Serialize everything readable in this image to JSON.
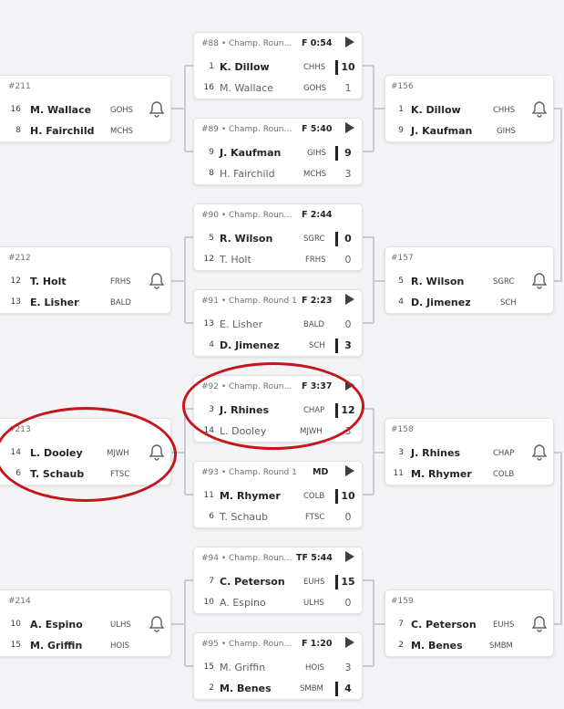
{
  "colors": {
    "background": "#f4f4f6",
    "card": "#ffffff",
    "line": "#c9cbd0",
    "annotation": "#c4161c",
    "text": "#1f2428"
  },
  "icons": {
    "bell": "bell-icon",
    "play": "play-icon"
  },
  "round1": [
    {
      "header": "#211",
      "p1": {
        "seed": "16",
        "name": "M. Wallace",
        "team": "GOHS"
      },
      "p2": {
        "seed": "8",
        "name": "H. Fairchild",
        "team": "MCHS"
      }
    },
    {
      "header": "#212",
      "p1": {
        "seed": "12",
        "name": "T. Holt",
        "team": "FRHS"
      },
      "p2": {
        "seed": "13",
        "name": "E. Lisher",
        "team": "BALD"
      }
    },
    {
      "header": "#213",
      "p1": {
        "seed": "14",
        "name": "L. Dooley",
        "team": "MJWH"
      },
      "p2": {
        "seed": "6",
        "name": "T. Schaub",
        "team": "FTSC"
      }
    },
    {
      "header": "#214",
      "p1": {
        "seed": "10",
        "name": "A. Espino",
        "team": "ULHS"
      },
      "p2": {
        "seed": "15",
        "name": "M. Griffin",
        "team": "HOIS"
      }
    }
  ],
  "round2": [
    {
      "header": "#88 • Champ. Roun…",
      "status": "F 0:54",
      "p1": {
        "seed": "1",
        "name": "K. Dillow",
        "team": "CHHS",
        "score": "10"
      },
      "p2": {
        "seed": "16",
        "name": "M. Wallace",
        "team": "GOHS",
        "score": "1"
      }
    },
    {
      "header": "#89 • Champ. Roun…",
      "status": "F 5:40",
      "p1": {
        "seed": "9",
        "name": "J. Kaufman",
        "team": "GIHS",
        "score": "9"
      },
      "p2": {
        "seed": "8",
        "name": "H. Fairchild",
        "team": "MCHS",
        "score": "3"
      }
    },
    {
      "header": "#90 • Champ. Roun…",
      "status": "F 2:44",
      "p1": {
        "seed": "5",
        "name": "R. Wilson",
        "team": "SGRC",
        "score": "0"
      },
      "p2": {
        "seed": "12",
        "name": "T. Holt",
        "team": "FRHS",
        "score": "0"
      }
    },
    {
      "header": "#91 • Champ. Round 1",
      "status": "F 2:23",
      "p1": {
        "seed": "13",
        "name": "E. Lisher",
        "team": "BALD",
        "score": "0"
      },
      "p2": {
        "seed": "4",
        "name": "D. Jimenez",
        "team": "SCH",
        "score": "3"
      }
    },
    {
      "header": "#92 • Champ. Roun…",
      "status": "F 3:37",
      "p1": {
        "seed": "3",
        "name": "J. Rhines",
        "team": "CHAP",
        "score": "12"
      },
      "p2": {
        "seed": "14",
        "name": "L. Dooley",
        "team": "MJWH",
        "score": "3"
      }
    },
    {
      "header": "#93 • Champ. Round 1",
      "status": "MD",
      "p1": {
        "seed": "11",
        "name": "M. Rhymer",
        "team": "COLB",
        "score": "10"
      },
      "p2": {
        "seed": "6",
        "name": "T. Schaub",
        "team": "FTSC",
        "score": "0"
      }
    },
    {
      "header": "#94 • Champ. Roun…",
      "status": "TF 5:44",
      "p1": {
        "seed": "7",
        "name": "C. Peterson",
        "team": "EUHS",
        "score": "15"
      },
      "p2": {
        "seed": "10",
        "name": "A. Espino",
        "team": "ULHS",
        "score": "0"
      }
    },
    {
      "header": "#95 • Champ. Roun…",
      "status": "F 1:20",
      "p1": {
        "seed": "15",
        "name": "M. Griffin",
        "team": "HOIS",
        "score": "3"
      },
      "p2": {
        "seed": "2",
        "name": "M. Benes",
        "team": "SMBM",
        "score": "4"
      }
    }
  ],
  "round3": [
    {
      "header": "#156",
      "p1": {
        "seed": "1",
        "name": "K. Dillow",
        "team": "CHHS"
      },
      "p2": {
        "seed": "9",
        "name": "J. Kaufman",
        "team": "GIHS"
      }
    },
    {
      "header": "#157",
      "p1": {
        "seed": "5",
        "name": "R. Wilson",
        "team": "SGRC"
      },
      "p2": {
        "seed": "4",
        "name": "D. Jimenez",
        "team": "SCH"
      }
    },
    {
      "header": "#158",
      "p1": {
        "seed": "3",
        "name": "J. Rhines",
        "team": "CHAP"
      },
      "p2": {
        "seed": "11",
        "name": "M. Rhymer",
        "team": "COLB"
      }
    },
    {
      "header": "#159",
      "p1": {
        "seed": "7",
        "name": "C. Peterson",
        "team": "EUHS"
      },
      "p2": {
        "seed": "2",
        "name": "M. Benes",
        "team": "SMBM"
      }
    }
  ]
}
